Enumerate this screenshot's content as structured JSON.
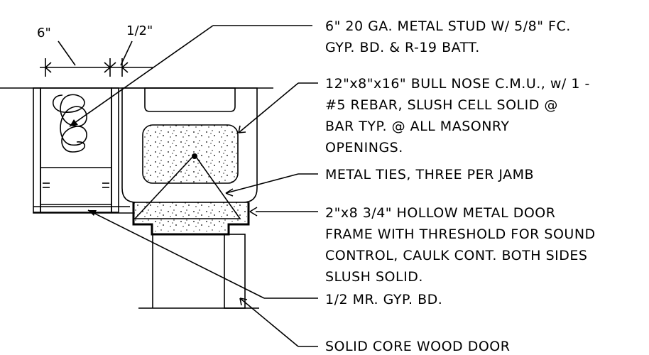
{
  "dimensions": {
    "left": "6\"",
    "right": "1/2\""
  },
  "notes": [
    [
      "6\" 20 GA. METAL STUD W/ 5/8\" FC.",
      "GYP. BD. & R-19 BATT."
    ],
    [
      "12\"x8\"x16\" BULL NOSE C.M.U., w/ 1 -",
      "#5 REBAR, SLUSH CELL SOLID @",
      "BAR TYP. @ ALL MASONRY",
      "OPENINGS."
    ],
    [
      "METAL TIES, THREE PER JAMB"
    ],
    [
      "2\"x8 3/4\" HOLLOW METAL DOOR",
      "FRAME WITH THRESHOLD FOR SOUND",
      "CONTROL, CAULK CONT. BOTH SIDES",
      "SLUSH SOLID."
    ],
    [
      "1/2 MR. GYP. BD."
    ],
    [
      "SOLID CORE WOOD DOOR"
    ]
  ]
}
